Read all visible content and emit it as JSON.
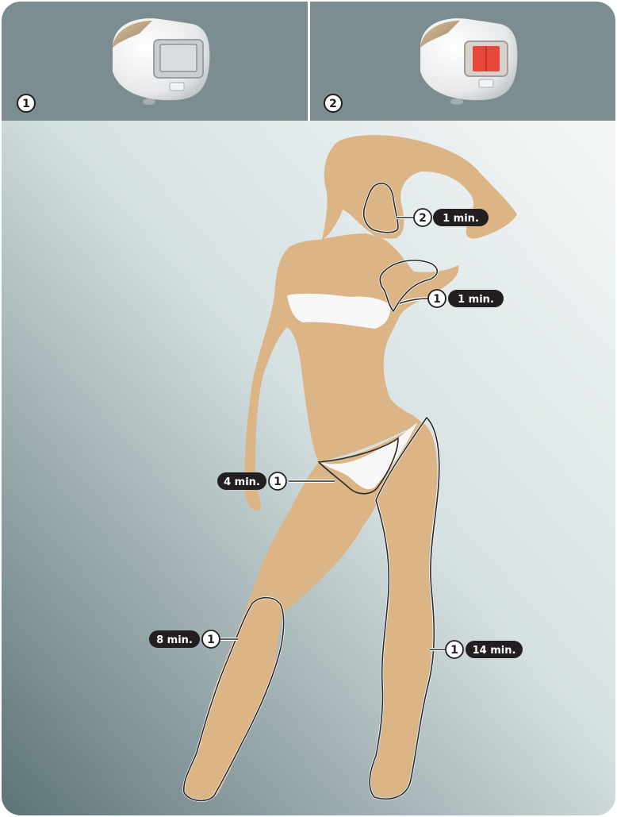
{
  "panels": [
    {
      "number": "1",
      "attachment": "body-attachment",
      "window_color": "#d9dde0"
    },
    {
      "number": "2",
      "attachment": "facial-attachment",
      "window_color": "#e8473b"
    }
  ],
  "zones": [
    {
      "id": "face",
      "attachment_number": "2",
      "duration": "1 min."
    },
    {
      "id": "underarm",
      "attachment_number": "1",
      "duration": "1 min."
    },
    {
      "id": "bikini",
      "attachment_number": "1",
      "duration": "4 min."
    },
    {
      "id": "lower-leg",
      "attachment_number": "1",
      "duration": "8 min."
    },
    {
      "id": "full-leg",
      "attachment_number": "1",
      "duration": "14 min."
    }
  ],
  "colors": {
    "header_bg": "#7b8d91",
    "skin": "#dcb587",
    "badge": "#231f20",
    "outline": "#2a2a2a"
  }
}
